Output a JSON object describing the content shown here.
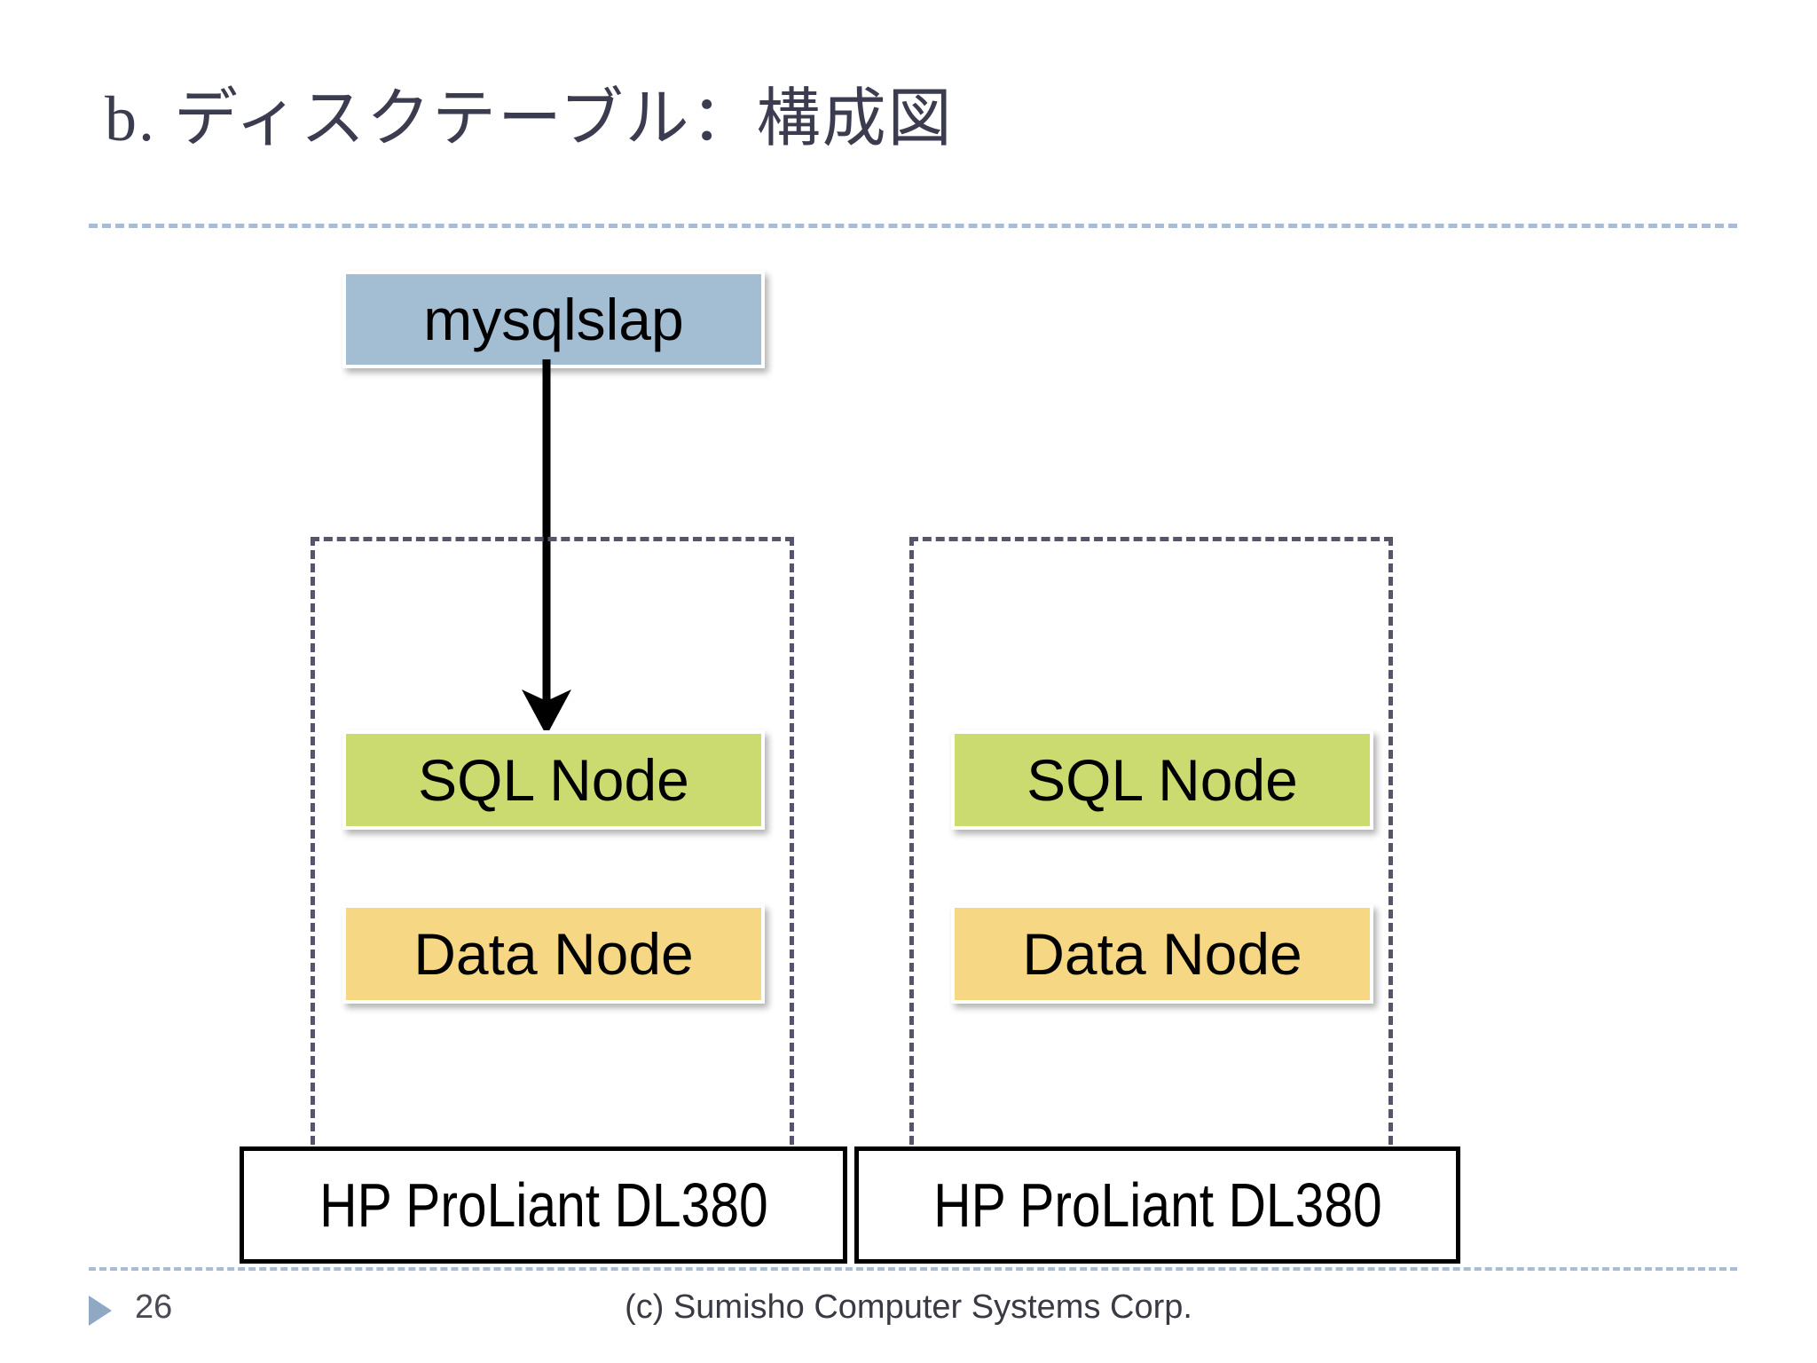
{
  "slide": {
    "title": "b. ディスクテーブル：構成図",
    "page_number": "26",
    "copyright": "(c) Sumisho Computer Systems Corp."
  },
  "colors": {
    "title_text": "#3c3c50",
    "rule": "#a8bcd4",
    "client_box": "#a3bdd2",
    "sql_node_box": "#cbdb6f",
    "data_node_box": "#f6d783",
    "group_border": "#55556e",
    "server_border": "#000000",
    "arrow": "#000000",
    "footer_bullet": "#8fa9c4"
  },
  "diagram": {
    "client": {
      "label": "mysqlslap"
    },
    "arrow": {
      "from": "mysqlslap",
      "to": "SQL Node (left)",
      "direction": "down"
    },
    "groups": [
      {
        "id": "left",
        "nodes": [
          {
            "label": "SQL Node",
            "kind": "sql-node"
          },
          {
            "label": "Data Node",
            "kind": "data-node"
          }
        ],
        "server": {
          "label": "HP ProLiant DL380"
        }
      },
      {
        "id": "right",
        "nodes": [
          {
            "label": "SQL Node",
            "kind": "sql-node"
          },
          {
            "label": "Data Node",
            "kind": "data-node"
          }
        ],
        "server": {
          "label": "HP ProLiant DL380"
        }
      }
    ]
  }
}
